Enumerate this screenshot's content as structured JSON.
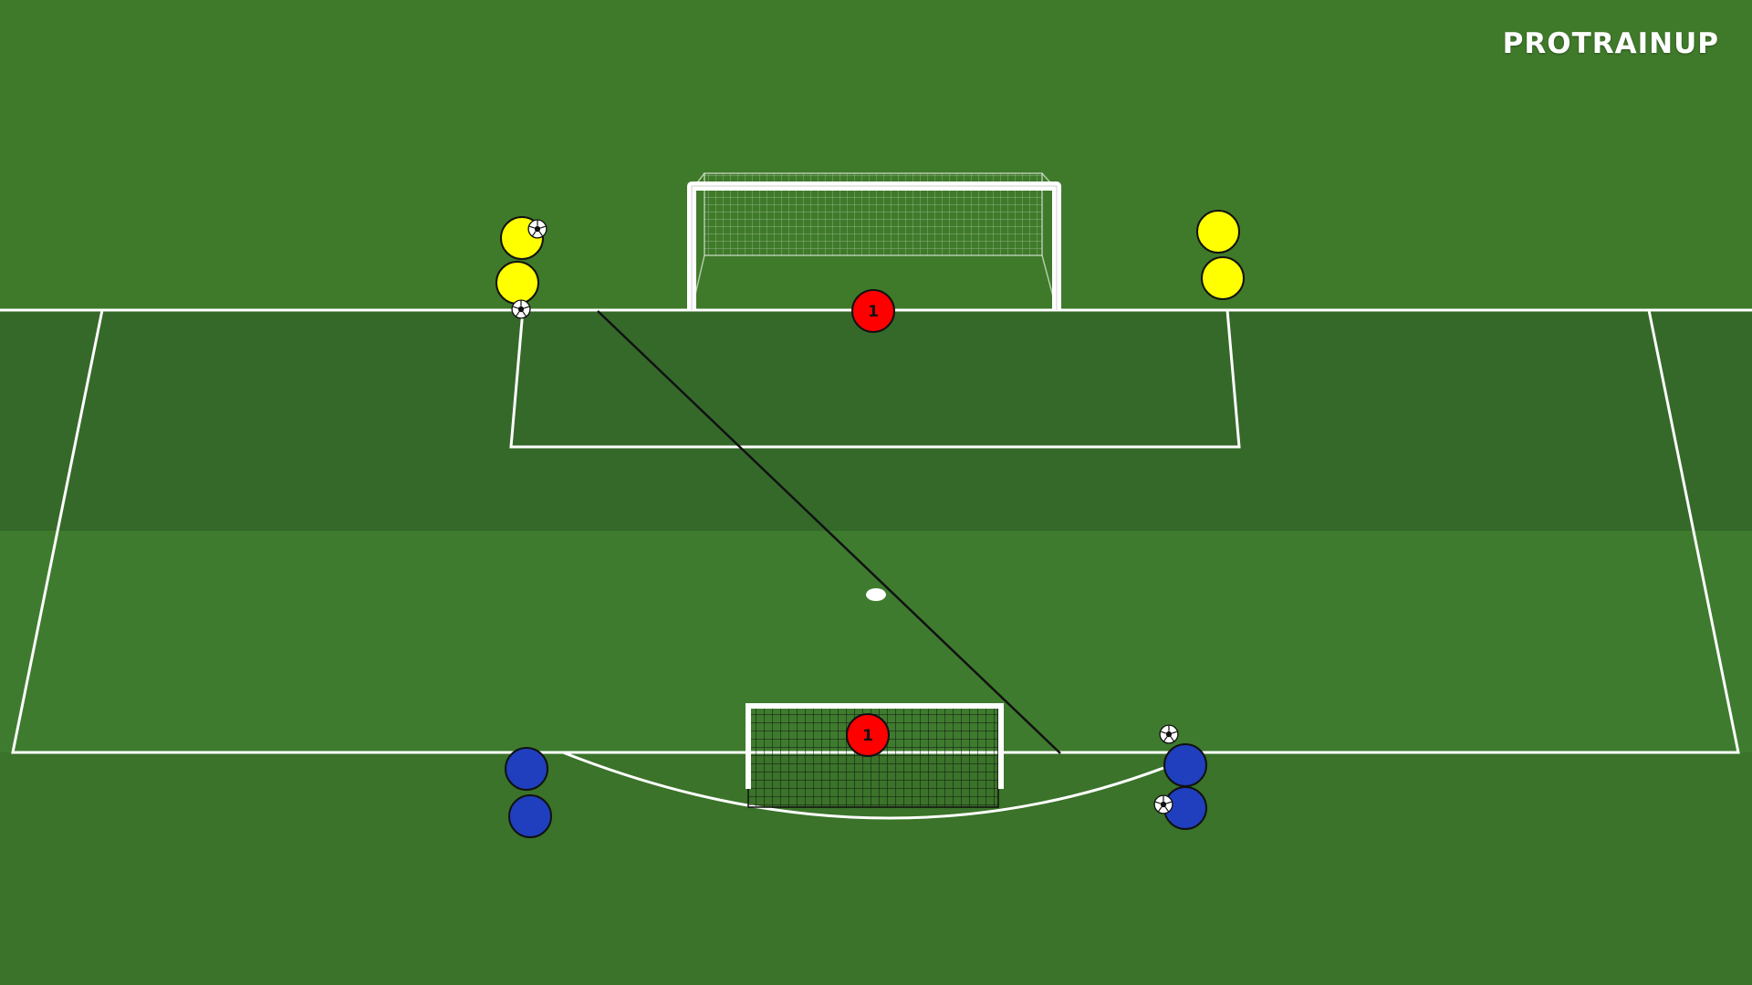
{
  "logo": {
    "text": "PROTRAINUP"
  },
  "colors": {
    "grass_light": "#3f7a2a",
    "grass_dark": "#37702a",
    "line": "#ffffff",
    "pass_line": "#111111",
    "yellow_team": "#ffff00",
    "blue_team": "#1f3fbf",
    "goalkeeper": "#ff0000"
  },
  "goalkeepers": [
    {
      "id": "gk-top",
      "label": "1"
    },
    {
      "id": "gk-bottom",
      "label": "1"
    }
  ],
  "teams": {
    "yellow": {
      "count": 4,
      "balls": 2
    },
    "blue": {
      "count": 4,
      "balls": 2
    }
  },
  "icons": {
    "ball": "soccer-ball-icon",
    "goal": "goal-frame-icon",
    "mini_goal": "mini-goal-icon"
  }
}
